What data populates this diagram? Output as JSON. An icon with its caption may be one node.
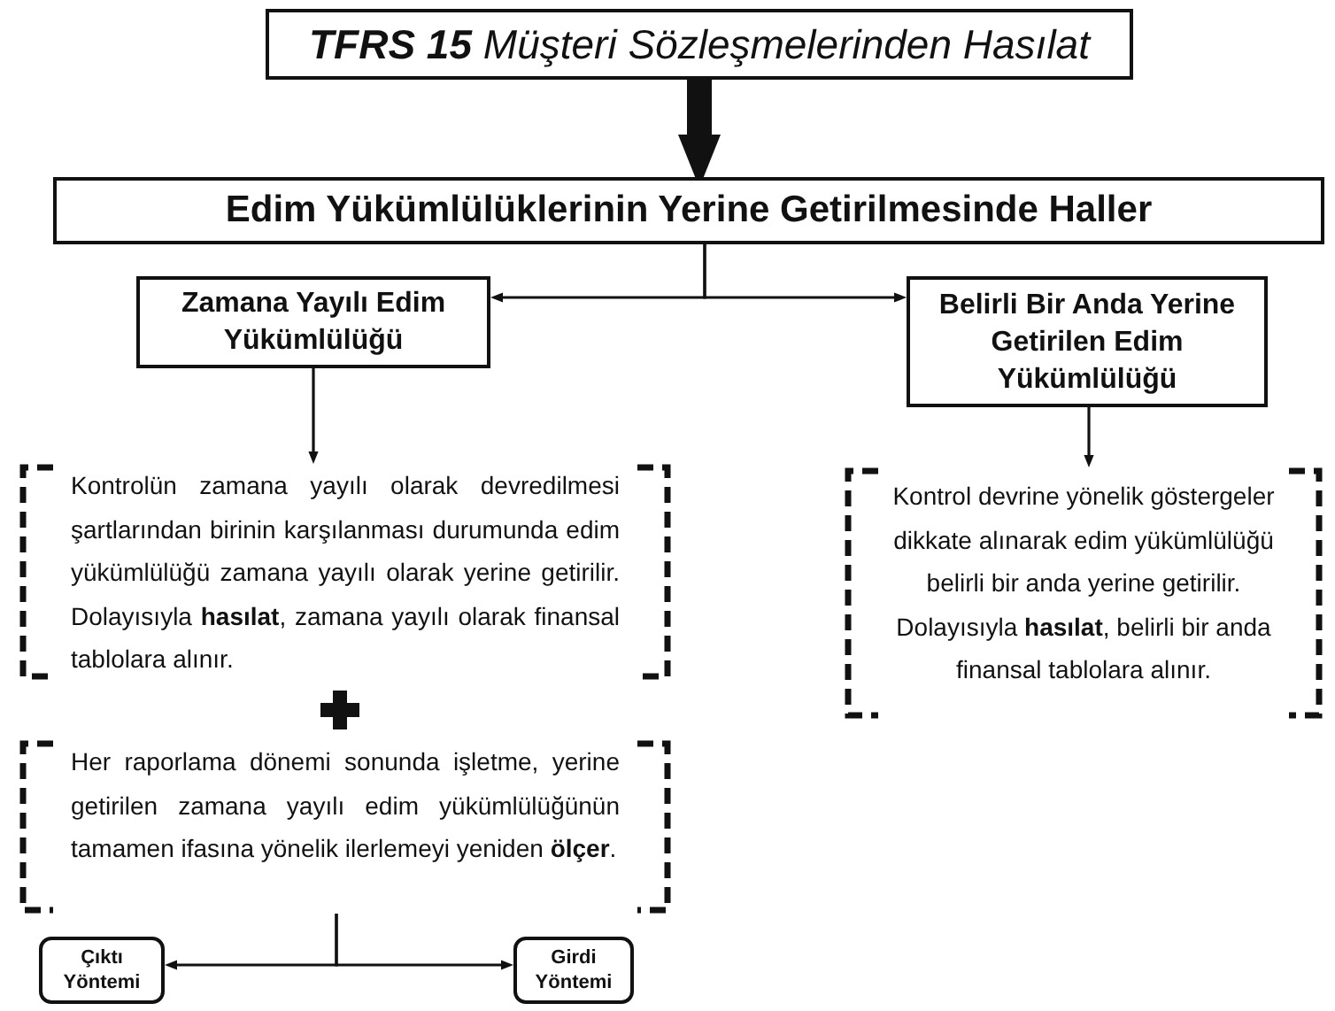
{
  "diagram": {
    "nodes": [
      {
        "text": [
          "**TFRS 15** Müşteri Sözleşmelerinden Hasılat"
        ]
      },
      {
        "text": [
          "Edim Yükümlülüklerinin Yerine Getirilmesinde Haller"
        ]
      },
      {
        "text": [
          "Zamana Yayılı Edim Yükümlülüğü"
        ]
      },
      {
        "text": [
          "Belirli Bir Anda Yerine Getirilen Edim Yükümlülüğü"
        ]
      },
      {
        "text": [
          "Kontrolün zamana yayılı olarak devredilmesi şartlarından birinin karşılanması durumunda edim yükümlülüğü zamana yayılı olarak yerine getirilir. Dolayısıyla **hasılat**, zamana yayılı olarak finansal tablolara alınır."
        ]
      },
      {
        "text": [
          "Kontrol devrine yönelik göstergeler dikkate alınarak edim yükümlülüğü belirli bir anda yerine getirilir. Dolayısıyla **hasılat**, belirli bir anda finansal tablolara alınır."
        ]
      },
      {
        "text": [
          "Her raporlama dönemi sonunda işletme, yerine getirilen zamana yayılı edim yükümlülüğünün tamamen ifasına yönelik ilerlemeyi yeniden **ölçer**."
        ]
      },
      {
        "text": [
          "Çıktı Yöntemi"
        ]
      },
      {
        "text": [
          "Girdi Yöntemi"
        ]
      }
    ],
    "edges": [
      {
        "from": 0,
        "to": 1,
        "arrow": "to",
        "style": "thick"
      },
      {
        "from": 1,
        "to": 2,
        "arrow": "to"
      },
      {
        "from": 1,
        "to": 3,
        "arrow": "to"
      },
      {
        "from": 2,
        "to": 4,
        "arrow": "to"
      },
      {
        "from": 3,
        "to": 5,
        "arrow": "to"
      },
      {
        "from": 6,
        "to": 7,
        "arrow": "to"
      },
      {
        "from": 6,
        "to": 8,
        "arrow": "to"
      }
    ]
  }
}
